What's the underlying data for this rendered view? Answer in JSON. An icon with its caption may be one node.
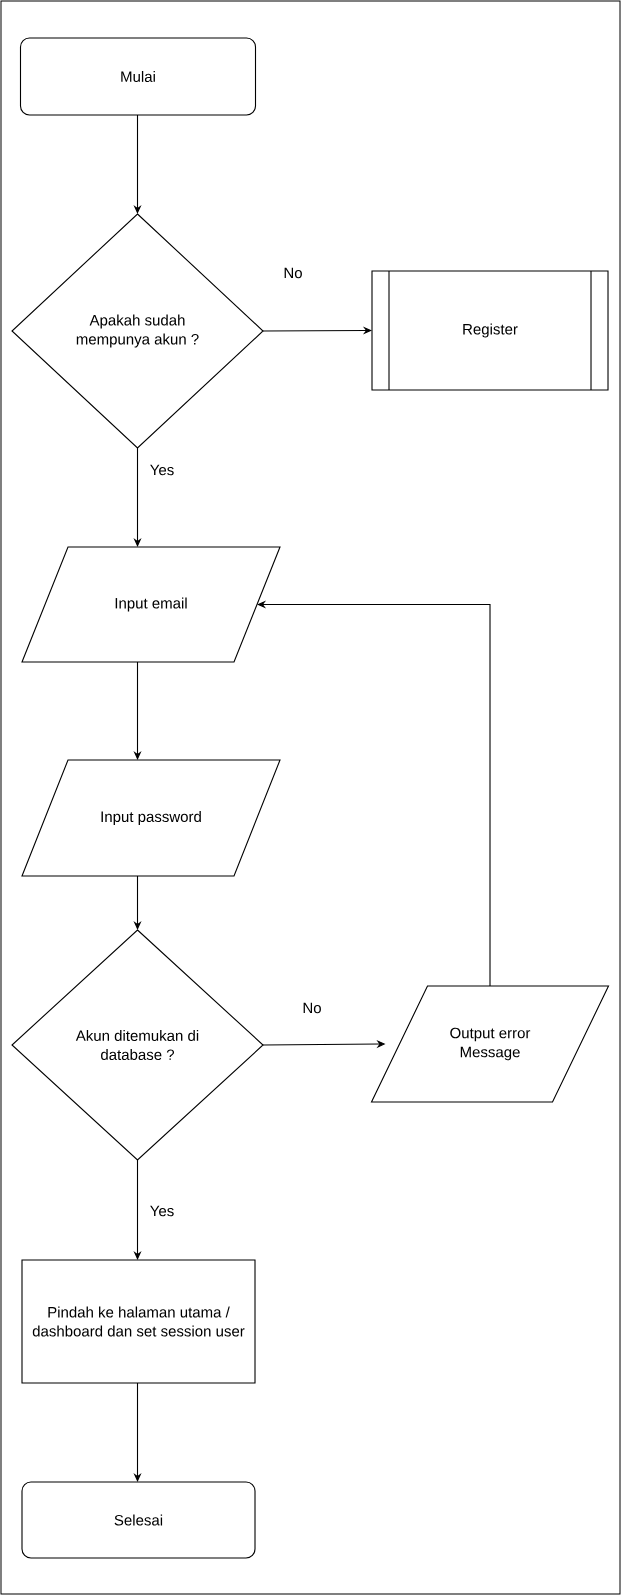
{
  "diagram": {
    "nodes": [
      {
        "text": [
          "Mulai"
        ]
      },
      {
        "text": [
          "Apakah sudah mempunya akun ?"
        ]
      },
      {
        "text": [
          "Register"
        ]
      },
      {
        "text": [
          "Input email"
        ]
      },
      {
        "text": [
          "Input password"
        ]
      },
      {
        "text": [
          "Akun ditemukan di database ?"
        ]
      },
      {
        "text": [
          "Output error Message"
        ]
      },
      {
        "text": [
          "Pindah ke halaman utama / dashboard dan set session user"
        ]
      },
      {
        "text": [
          "Selesai"
        ]
      }
    ],
    "edges": [
      {
        "from": 0,
        "to": 1,
        "arrow": "to"
      },
      {
        "from": 1,
        "to": 2,
        "arrow": "to",
        "label": "No"
      },
      {
        "from": 1,
        "to": 3,
        "arrow": "to",
        "label": "Yes"
      },
      {
        "from": 3,
        "to": 4,
        "arrow": "to"
      },
      {
        "from": 4,
        "to": 5,
        "arrow": "to"
      },
      {
        "from": 5,
        "to": 6,
        "arrow": "to",
        "label": "No"
      },
      {
        "from": 6,
        "to": 3,
        "arrow": "to"
      },
      {
        "from": 5,
        "to": 7,
        "arrow": "to",
        "label": "Yes"
      },
      {
        "from": 7,
        "to": 8,
        "arrow": "to"
      }
    ]
  }
}
